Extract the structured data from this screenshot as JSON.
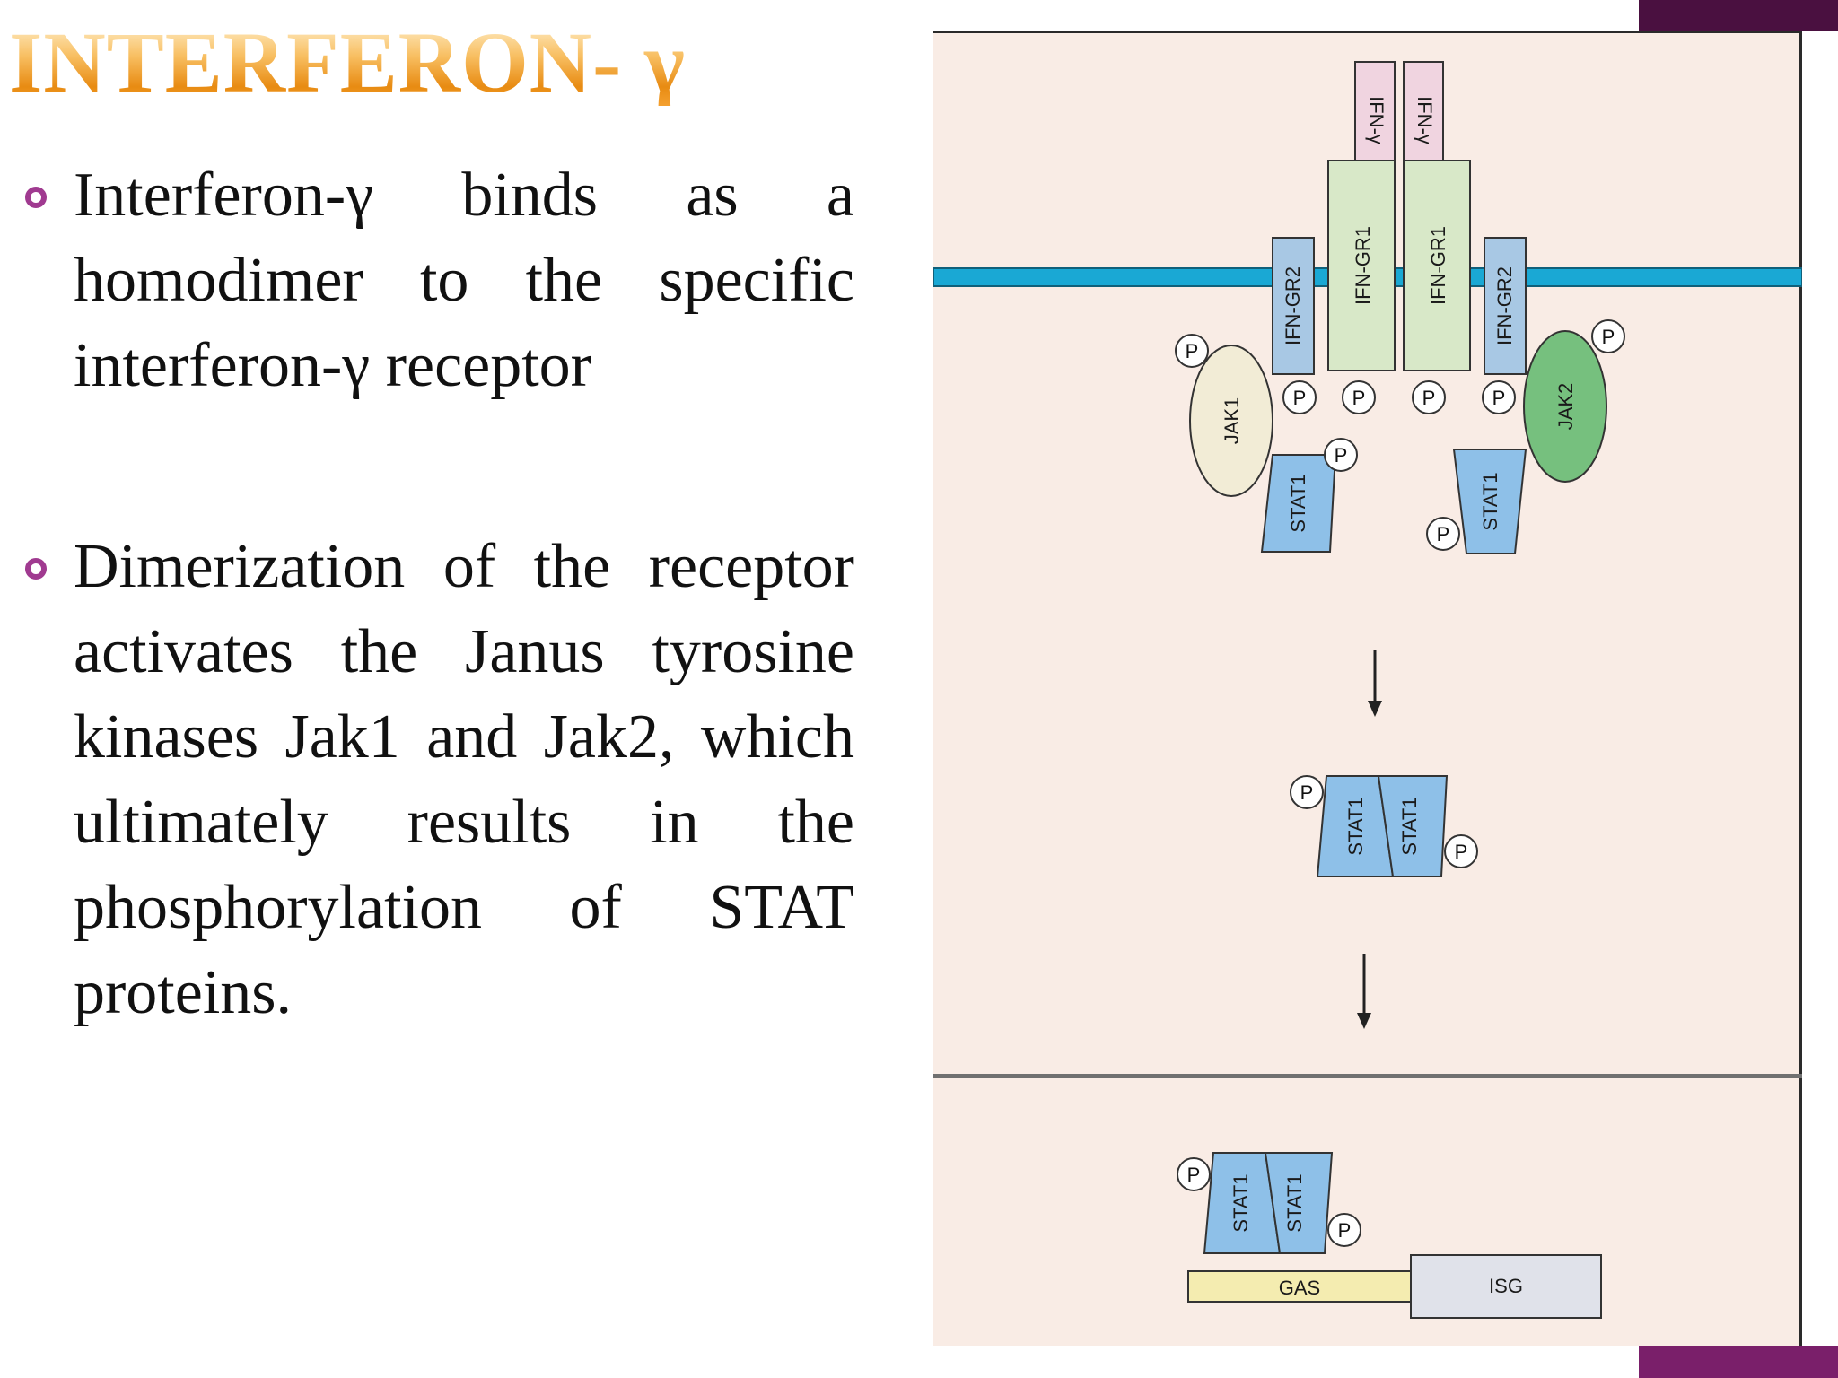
{
  "slide": {
    "title": "INTERFERON- γ",
    "bullets": [
      "Interferon-γ binds as a homodimer to the specific interferon-γ receptor",
      "Dimerization of the receptor activates the Janus tyrosine kinases Jak1 and Jak2, which ultimately results in the phosphorylation of STAT proteins."
    ]
  },
  "diagram": {
    "labels": {
      "ifn_gamma": "IFN-γ",
      "ifn_gr1": "IFN-GR1",
      "ifn_gr2": "IFN-GR2",
      "jak1": "JAK1",
      "jak2": "JAK2",
      "stat1": "STAT1",
      "phospho": "P",
      "gas": "GAS",
      "isg": "ISG"
    },
    "colors": {
      "membrane": "#1aa8d4",
      "ifn_gamma": "#f0d4e0",
      "ifn_gr1": "#d8e8c8",
      "ifn_gr2": "#a8c8e4",
      "jak1": "#f2ecd6",
      "jak2": "#76c07e",
      "stat1": "#8ec0e8",
      "gas": "#f4ecb0",
      "isg": "#e0e2ea",
      "background": "#f9ece5"
    }
  }
}
